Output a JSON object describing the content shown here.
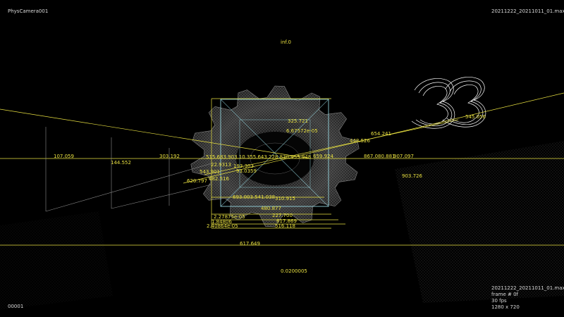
{
  "viewport": {
    "camera_name": "PhysCamera001",
    "file_name_top": "20211222_20211011_01.max",
    "frame_counter": "00001",
    "info_lines": [
      "20211222_20211011_01.max",
      "frame # 0f",
      "30 fps",
      "1280 x 720"
    ]
  },
  "measure_labels": {
    "top_infinity": "inf.0",
    "bottom_value": "0.0200005",
    "left_far": "107.059",
    "left_mid": "144.552",
    "left_near": "303.192",
    "center_a": "325.721",
    "center_b": "6.67572e-05",
    "center_c": "22.9313",
    "center_d": "193.303",
    "center_e": "93.0359",
    "center_f": "543.901",
    "center_g": "620.797",
    "center_h": "482.516",
    "center_i": "659.924",
    "right_a": "867.080.881",
    "right_b": "907.097",
    "right_c": "903.726",
    "right_d": "654.241",
    "right_e": "448.526",
    "right_f": "545.056",
    "lower_a": "693.003.541.038",
    "lower_b": "310.915",
    "lower_c": "480.877",
    "lower_d": "2.27875e-05",
    "lower_e": "1.84806",
    "lower_f": "2.40864e-05",
    "lower_g": "227.700",
    "lower_h": "617.869",
    "lower_i": "516.118",
    "bottom_line": "617.649",
    "overlap_cluster": "515.683.903.10.355.643.228.830.955.948"
  },
  "colors": {
    "background": "#000000",
    "hud_text": "#d9d9d9",
    "measure": "#e8e040",
    "frame_box": "#a0e6f0",
    "mesh": "#9a9a9a",
    "logo": "#ffffff"
  }
}
